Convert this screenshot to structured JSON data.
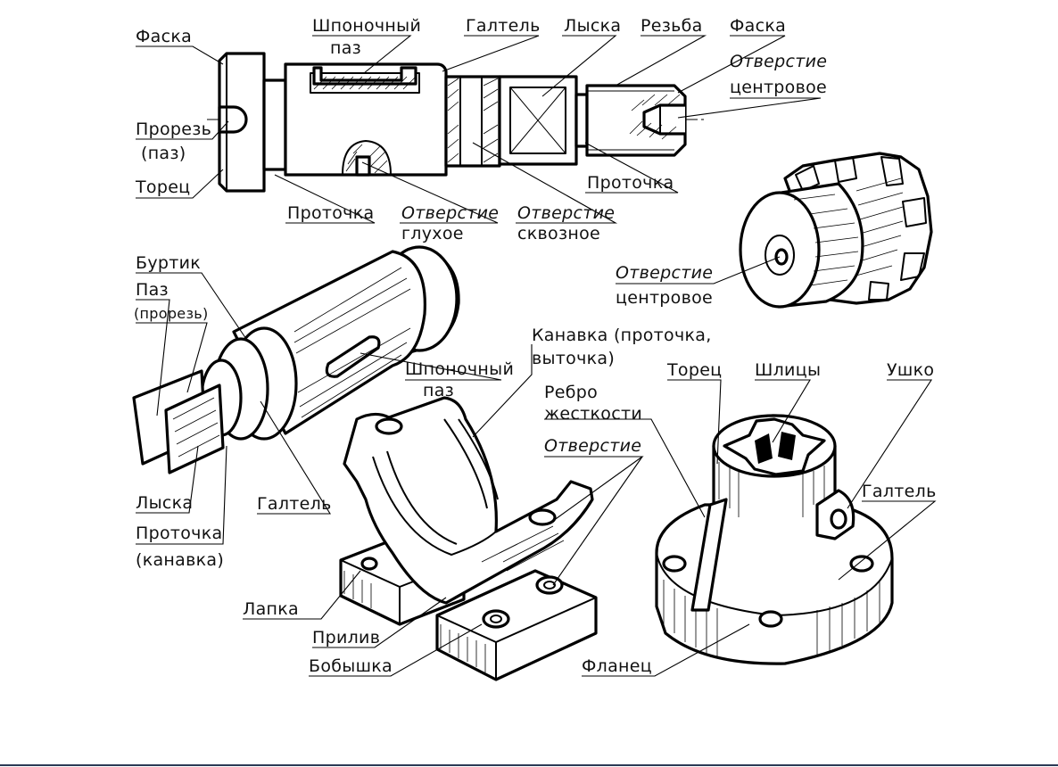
{
  "diagram": {
    "shaft": {
      "faska_left": "Фаска",
      "shponochny_paz_1": "Шпоночный",
      "shponochny_paz_2": "паз",
      "galtel": "Галтель",
      "lyska": "Лыска",
      "rezba": "Резьба",
      "faska_right": "Фаска",
      "otverstie_centr_1": "Отверстие",
      "otverstie_centr_2": "центровое",
      "prorez_1": "Прорезь",
      "prorez_2": "(паз)",
      "torec": "Торец",
      "protochka_bottom": "Проточка",
      "otverstie_gluhoe_1": "Отверстие",
      "otverstie_gluhoe_2": "глухое",
      "otverstie_skvoznoe_1": "Отверстие",
      "otverstie_skvoznoe_2": "сквозное",
      "protochka_right": "Проточка"
    },
    "iso_shaft": {
      "burtik": "Буртик",
      "paz_1": "Паз",
      "paz_2": "(прорезь)",
      "shponochny_1": "Шпоночный",
      "shponochny_2": "паз",
      "lyska": "Лыска",
      "protochka_1": "Проточка",
      "protochka_2": "(канавка)",
      "galtel": "Галтель"
    },
    "gear": {
      "otverstie_1": "Отверстие",
      "otverstie_2": "центровое"
    },
    "bearing": {
      "kanavka_1": "Канавка (проточка,",
      "kanavka_2": "выточка)",
      "rebro_1": "Ребро",
      "rebro_2": "жесткости",
      "otverstie": "Отверстие",
      "lapka": "Лапка",
      "priliv": "Прилив",
      "bobyshka": "Бобышка"
    },
    "flange_part": {
      "torec": "Торец",
      "shlicy": "Шлицы",
      "ushko": "Ушко",
      "galtel": "Галтель",
      "flanec": "Фланец"
    }
  }
}
